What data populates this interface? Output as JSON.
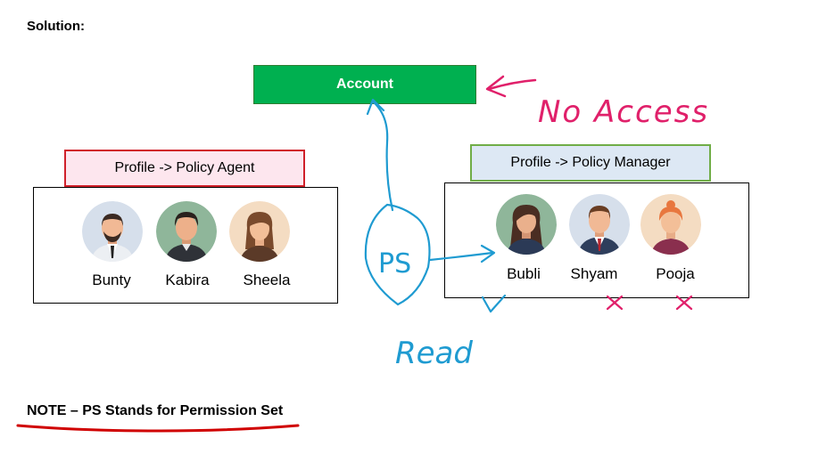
{
  "heading": "Solution:",
  "account": {
    "label": "Account",
    "color": "#00b050"
  },
  "profile_agent": {
    "label": "Profile -> Policy Agent",
    "users": [
      "Bunty",
      "Kabira",
      "Sheela"
    ]
  },
  "profile_manager": {
    "label": "Profile -> Policy Manager",
    "users": [
      "Bubli",
      "Shyam",
      "Pooja"
    ]
  },
  "annotations": {
    "no_access": "No Access",
    "ps": "PS",
    "read": "Read",
    "ink_blue": "#1f9bd1",
    "ink_pink": "#e0206a",
    "ink_red": "#d00000"
  },
  "note": "NOTE – PS Stands for Permission Set"
}
